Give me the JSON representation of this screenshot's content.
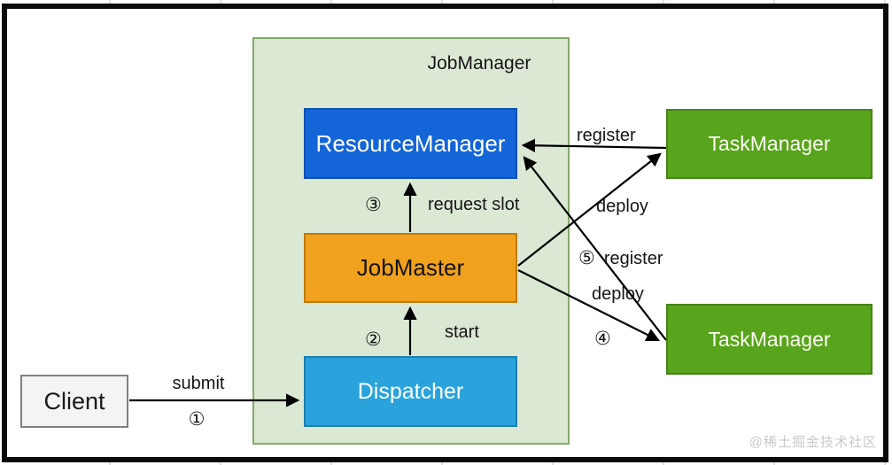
{
  "container": {
    "title": "JobManager"
  },
  "nodes": {
    "client": "Client",
    "dispatcher": "Dispatcher",
    "job_master": "JobMaster",
    "resource_manager": "ResourceManager",
    "task_manager_top": "TaskManager",
    "task_manager_bottom": "TaskManager"
  },
  "edges": {
    "submit": {
      "label": "submit",
      "step": "①"
    },
    "start": {
      "label": "start",
      "step": "②"
    },
    "request_slot": {
      "label": "request slot",
      "step": "③"
    },
    "register_top": {
      "label": "register"
    },
    "deploy_top": {
      "label": "deploy"
    },
    "register_bottom": {
      "label": "register",
      "step": "⑤"
    },
    "deploy_bottom": {
      "label": "deploy",
      "step": "④"
    }
  },
  "watermark": "@稀土掘金技术社区",
  "colors": {
    "resource_manager_fill": "#1365d8",
    "job_master_fill": "#f0a11d",
    "dispatcher_fill": "#2aa3dc",
    "task_manager_fill": "#58a41c",
    "job_manager_container_fill": "#dbe8d3",
    "client_fill": "#f4f4f4",
    "arrow_color": "#000000"
  }
}
